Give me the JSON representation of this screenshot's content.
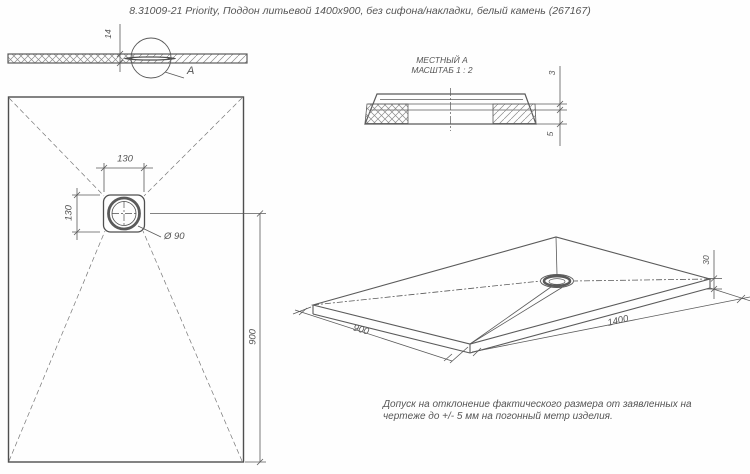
{
  "title": "8.31009-21 Priority, Поддон литьевой 1400x900, без сифона/накладки, белый камень (267167)",
  "views": {
    "section": {
      "thickness_dim": "14",
      "detail_label": "А"
    },
    "detail": {
      "name": "МЕСТНЫЙ А",
      "scale": "МАСШТАБ 1 : 2",
      "dim_top": "3",
      "dim_bottom": "5"
    },
    "plan": {
      "drain_width_dim": "130",
      "drain_height_dim": "130",
      "drain_diameter": "Ø 90",
      "length_to_edge_dim": "900"
    },
    "iso": {
      "width_dim": "900",
      "length_dim": "1400",
      "height_dim": "30"
    }
  },
  "note": {
    "line1": "Допуск на отклонение фактического размера от заявленных на",
    "line2": "чертеже до +/- 5 мм на погонный метр изделия."
  },
  "colors": {
    "line": "#666666",
    "heavy_line": "#4f4f4f",
    "text": "#555555",
    "background": "#fefefe"
  }
}
